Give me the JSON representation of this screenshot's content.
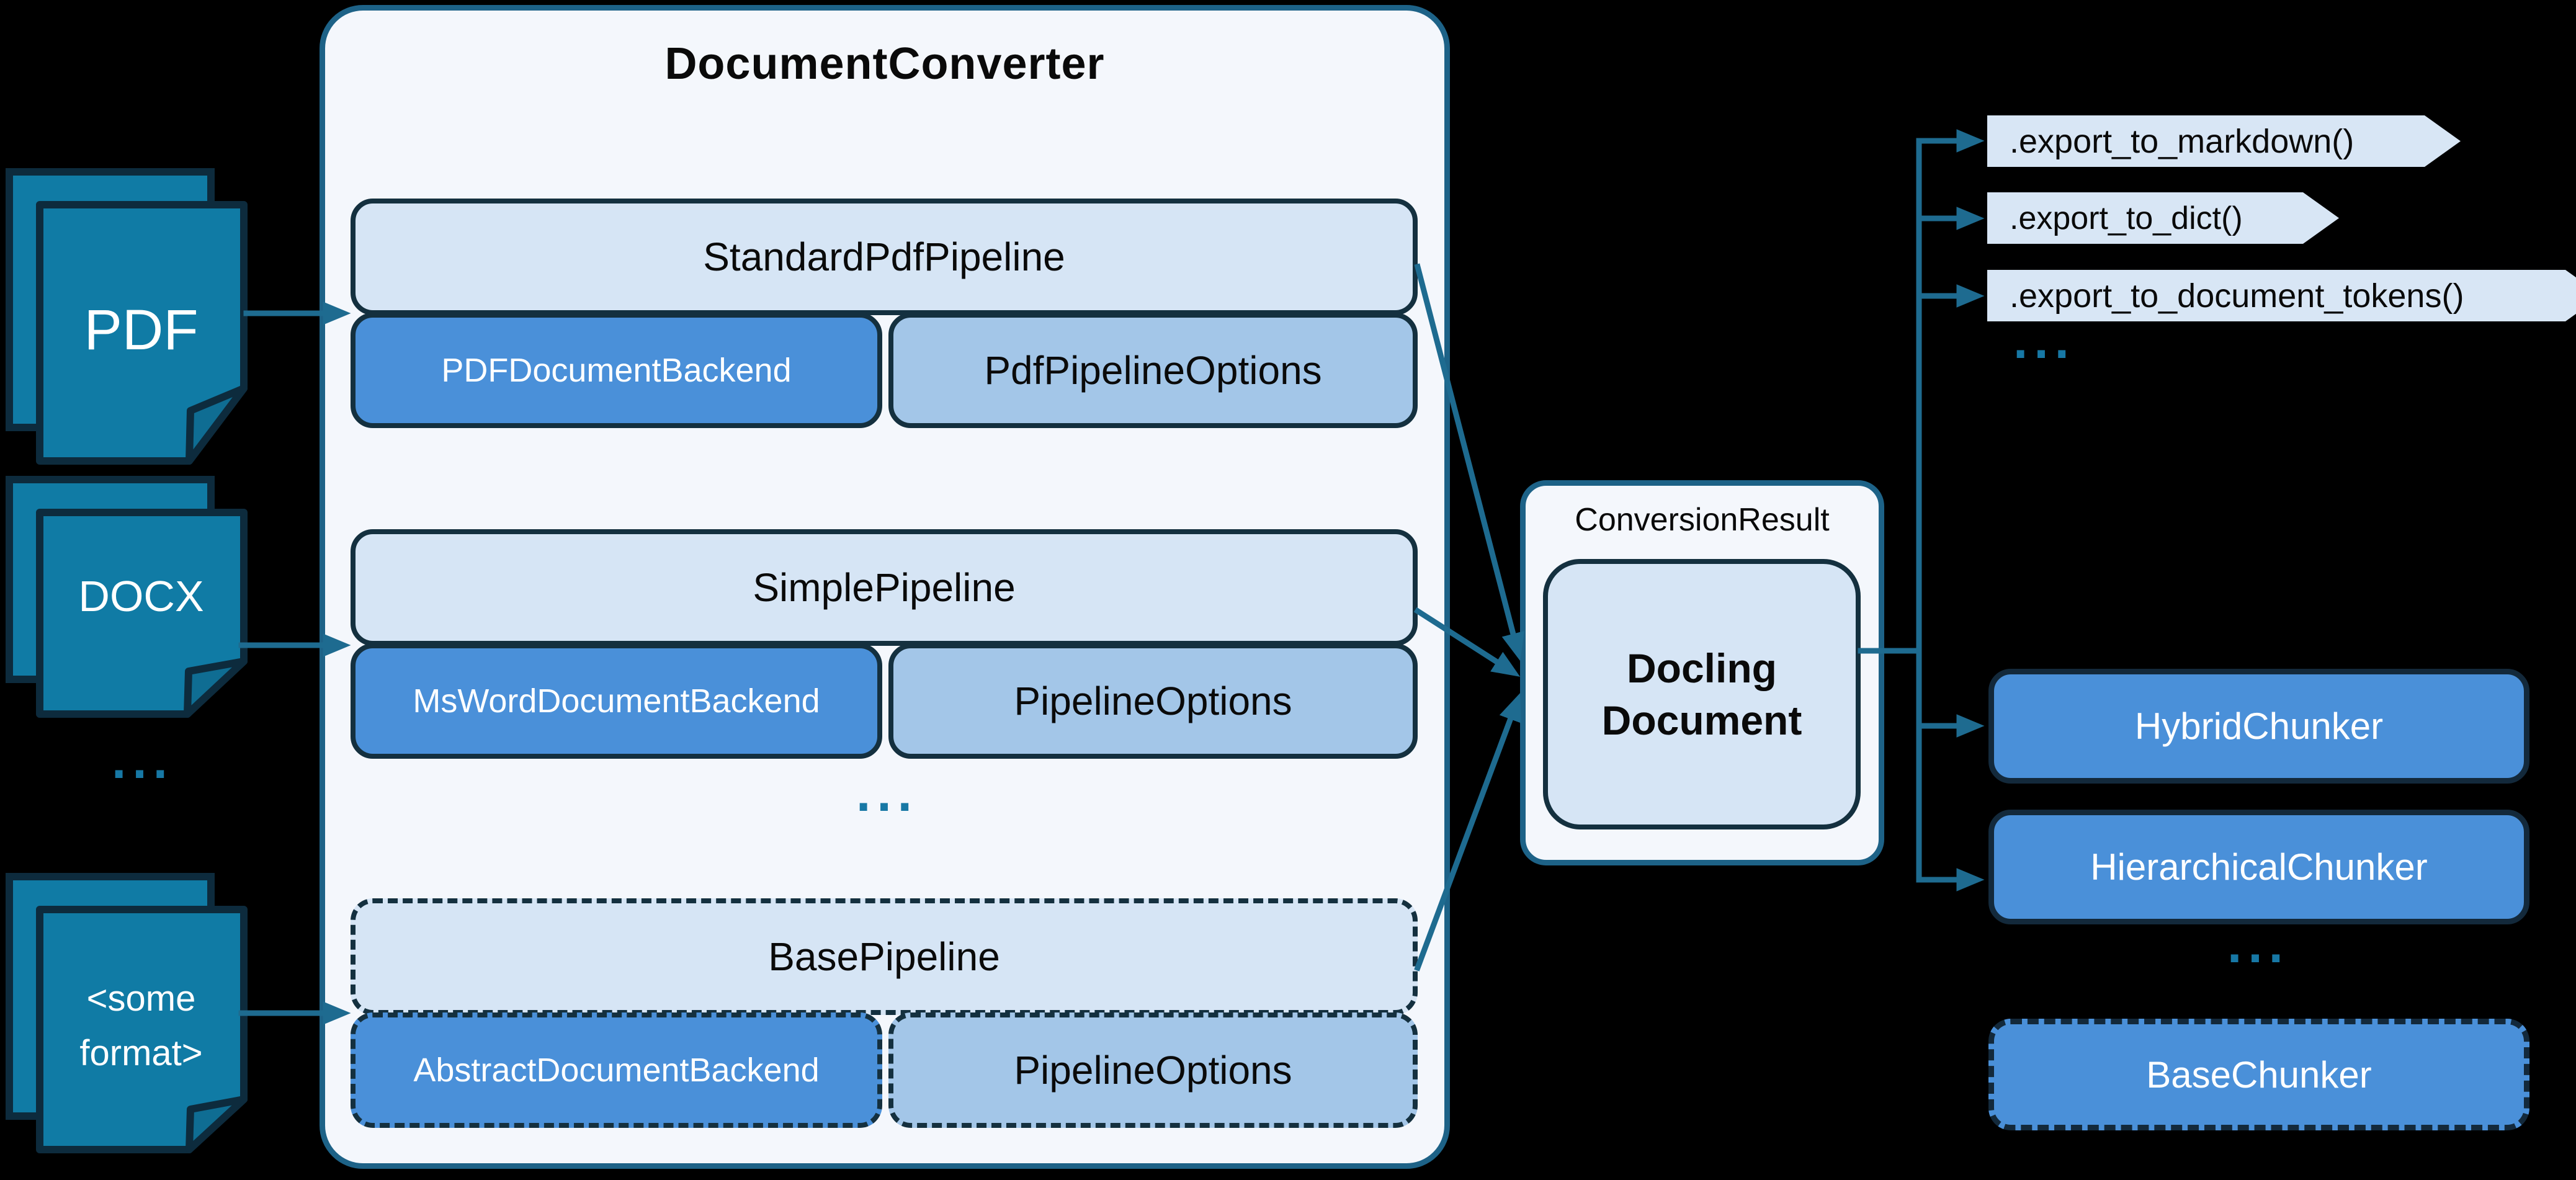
{
  "converter": {
    "title": "DocumentConverter",
    "pipelines": [
      {
        "name": "StandardPdfPipeline",
        "backend": "PDFDocumentBackend",
        "options": "PdfPipelineOptions",
        "style": "solid"
      },
      {
        "name": "SimplePipeline",
        "backend": "MsWordDocumentBackend",
        "options": "PipelineOptions",
        "style": "solid"
      },
      {
        "name": "BasePipeline",
        "backend": "AbstractDocumentBackend",
        "options": "PipelineOptions",
        "style": "dashed"
      }
    ],
    "ellipsis": "..."
  },
  "sources": {
    "pdf": {
      "label": "PDF"
    },
    "docx": {
      "label": "DOCX"
    },
    "other": {
      "label_line1": "<some",
      "label_line2": "format>"
    },
    "ellipsis": "..."
  },
  "result": {
    "label": "ConversionResult",
    "doc_line1": "Docling",
    "doc_line2": "Document"
  },
  "exports": {
    "methods": [
      ".export_to_markdown()",
      ".export_to_dict()",
      ".export_to_document_tokens()"
    ],
    "ellipsis": "..."
  },
  "chunkers": {
    "items": [
      {
        "name": "HybridChunker",
        "style": "solid"
      },
      {
        "name": "HierarchicalChunker",
        "style": "solid"
      },
      {
        "name": "BaseChunker",
        "style": "dashed"
      }
    ],
    "ellipsis": "..."
  },
  "colors": {
    "background": "#000000",
    "connector_line": "#1e6b90",
    "container_border": "#1d6287",
    "container_fill": "#f4f7fc",
    "light_box_fill": "#d6e5f5",
    "dark_box_border": "#14303f",
    "backend_fill": "#4a90d9",
    "options_fill": "#a3c6e8",
    "pennant_fill": "#d8e6f5",
    "doc_icon_fill": "#107ba5",
    "doc_icon_border": "#0d2b3d",
    "ellipsis_dots": "#1778a5"
  }
}
